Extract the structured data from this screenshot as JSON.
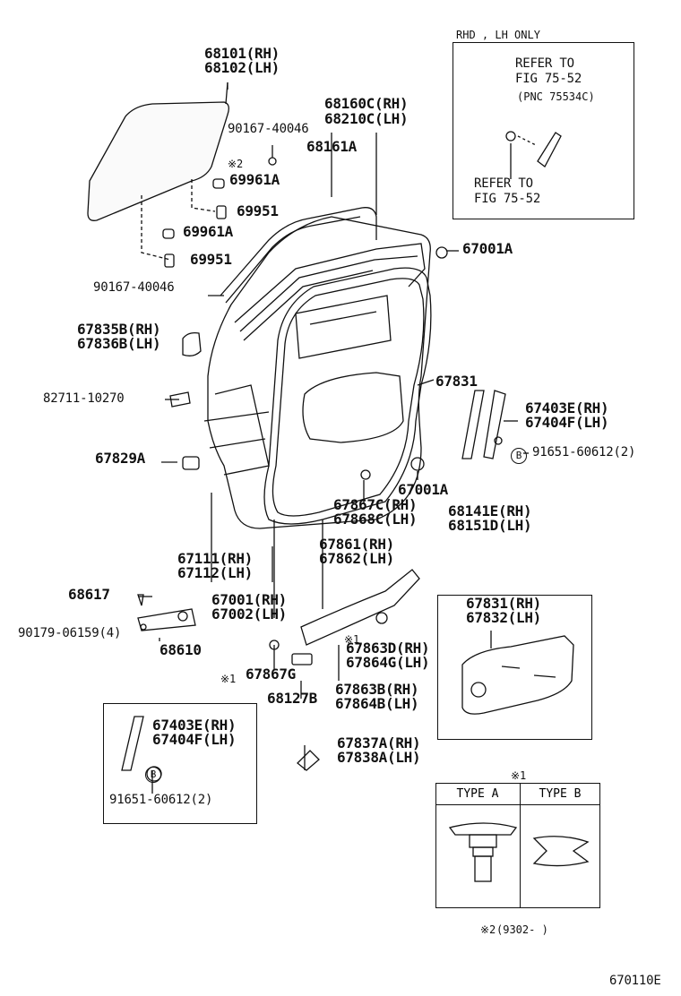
{
  "inset_rhd": {
    "heading": "RHD , LH ONLY",
    "refer1_line1": "REFER TO",
    "refer1_line2": "FIG 75-52",
    "refer1_pnc": "(PNC 75534C)",
    "refer2_line1": "REFER TO",
    "refer2_line2": "FIG 75-52"
  },
  "parts": {
    "p68101": "68101(RH)",
    "p68102": "68102(LH)",
    "p90167_a": "90167-40046",
    "p68160": "68160C(RH)",
    "p68210": "68210C(LH)",
    "p68161": "68161A",
    "note2_mark": "※2",
    "p69961_a": "69961A",
    "p69951_a": "69951",
    "p69961_b": "69961A",
    "p69951_b": "69951",
    "p67001_top": "67001A",
    "p90167_b": "90167-40046",
    "p67835": "67835B(RH)",
    "p67836": "67836B(LH)",
    "p82711": "82711-10270",
    "p67831": "67831",
    "p67403_r": "67403E(RH)",
    "p67404_r": "67404F(LH)",
    "p91651_r": "91651-60612(2)",
    "p67829": "67829A",
    "p67001_mid": "67001A",
    "p67867c": "67867C(RH)",
    "p67868c": "67868C(LH)",
    "p68141": "68141E(RH)",
    "p68151": "68151D(LH)",
    "p67111": "67111(RH)",
    "p67112": "67112(LH)",
    "p67861": "67861(RH)",
    "p67862": "67862(LH)",
    "p68617": "68617",
    "p67001_rh": "67001(RH)",
    "p67002_lh": "67002(LH)",
    "p90179": "90179-06159(4)",
    "p68610": "68610",
    "note1_a": "※1",
    "p67863d": "67863D(RH)",
    "p67864g": "67864G(LH)",
    "note1_b": "※1",
    "p67867g": "67867G",
    "p68127": "68127B",
    "p67863b": "67863B(RH)",
    "p67864b": "67864B(LH)",
    "p67837": "67837A(RH)",
    "p67838": "67838A(LH)"
  },
  "inset_trim": {
    "line1": "67831(RH)",
    "line2": "67832(LH)"
  },
  "inset_left": {
    "line1": "67403E(RH)",
    "line2": "67404F(LH)",
    "line3": "91651-60612(2)"
  },
  "type_table": {
    "note": "※1",
    "col_a": "TYPE  A",
    "col_b": "TYPE  B"
  },
  "footnote": {
    "mark": "※2",
    "range": "(9302-      )"
  },
  "bolt_symbol": "B",
  "figure_code": "670110E"
}
